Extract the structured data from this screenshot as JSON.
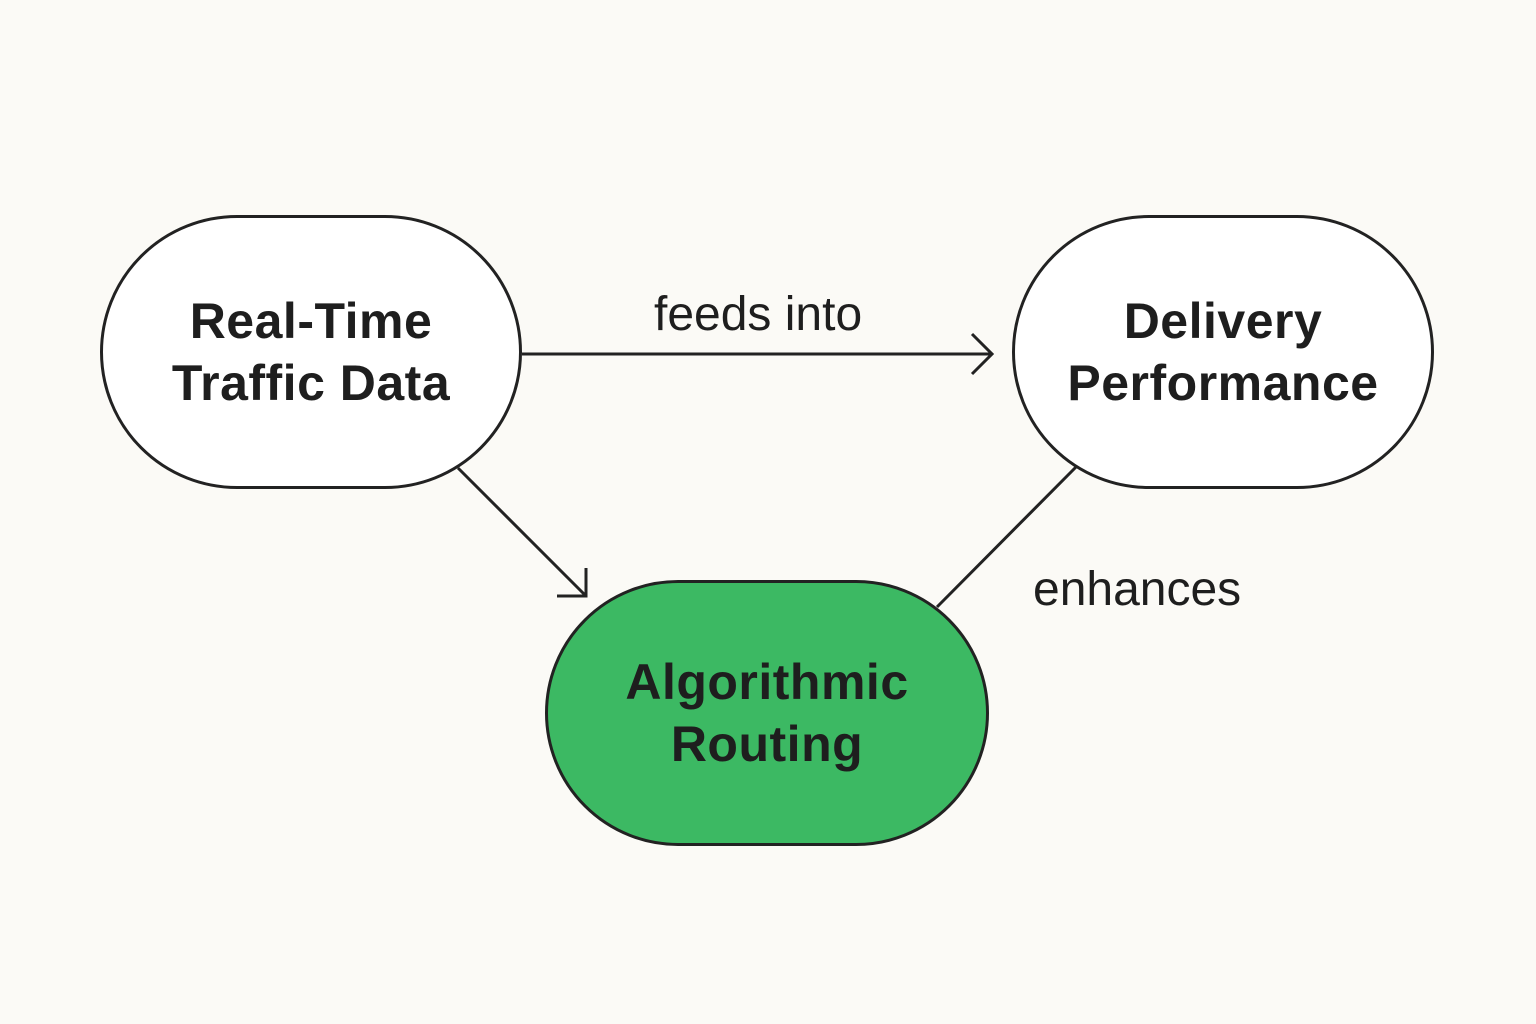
{
  "diagram": {
    "nodes": [
      {
        "id": "traffic",
        "lines": [
          "Real-Time",
          "Traffic Data"
        ],
        "fill": "#ffffff"
      },
      {
        "id": "delivery",
        "lines": [
          "Delivery",
          "Performance"
        ],
        "fill": "#ffffff"
      },
      {
        "id": "routing",
        "lines": [
          "Algorithmic",
          "Routing"
        ],
        "fill": "#3cb963"
      }
    ],
    "edges": [
      {
        "from": "traffic",
        "to": "delivery",
        "label": "feeds into",
        "arrow": true
      },
      {
        "from": "traffic",
        "to": "routing",
        "label": "",
        "arrow": true
      },
      {
        "from": "routing",
        "to": "delivery",
        "label": "enhances",
        "arrow": false
      }
    ]
  },
  "colors": {
    "background": "#fbfaf6",
    "stroke": "#222222",
    "text": "#1e1e1e",
    "accent": "#3cb963"
  }
}
